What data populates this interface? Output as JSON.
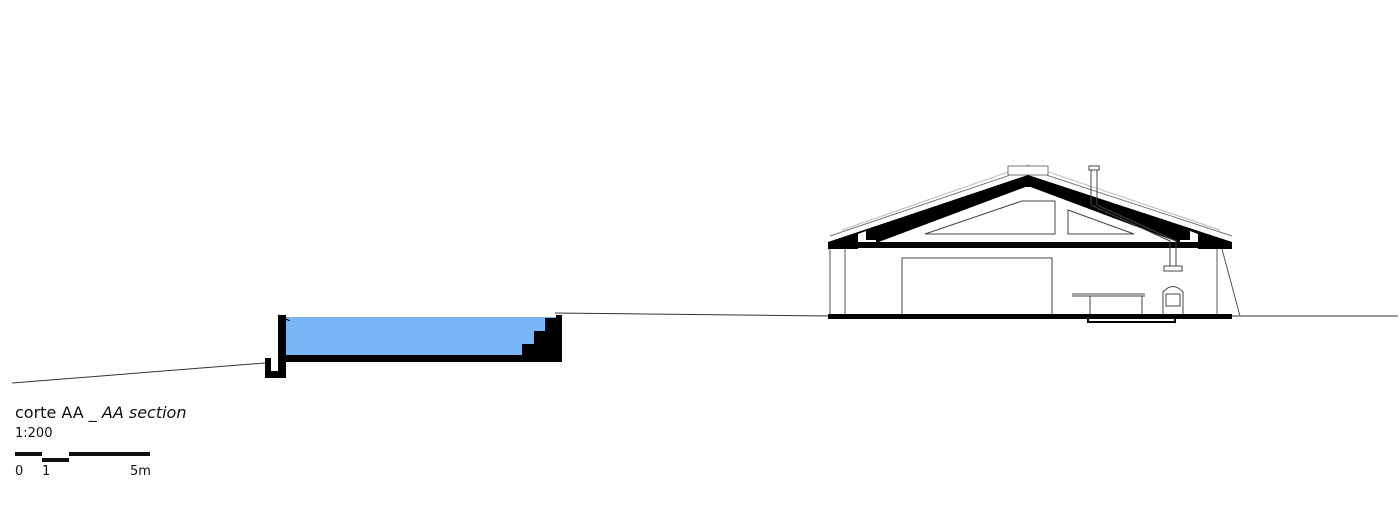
{
  "caption": {
    "pt": "corte AA _ ",
    "en": "AA section"
  },
  "scale": "1:200",
  "scalebar": {
    "labels": [
      "0",
      "1",
      "5m"
    ]
  },
  "colors": {
    "pool_water": "#7ab6f7",
    "ink": "#000000"
  }
}
